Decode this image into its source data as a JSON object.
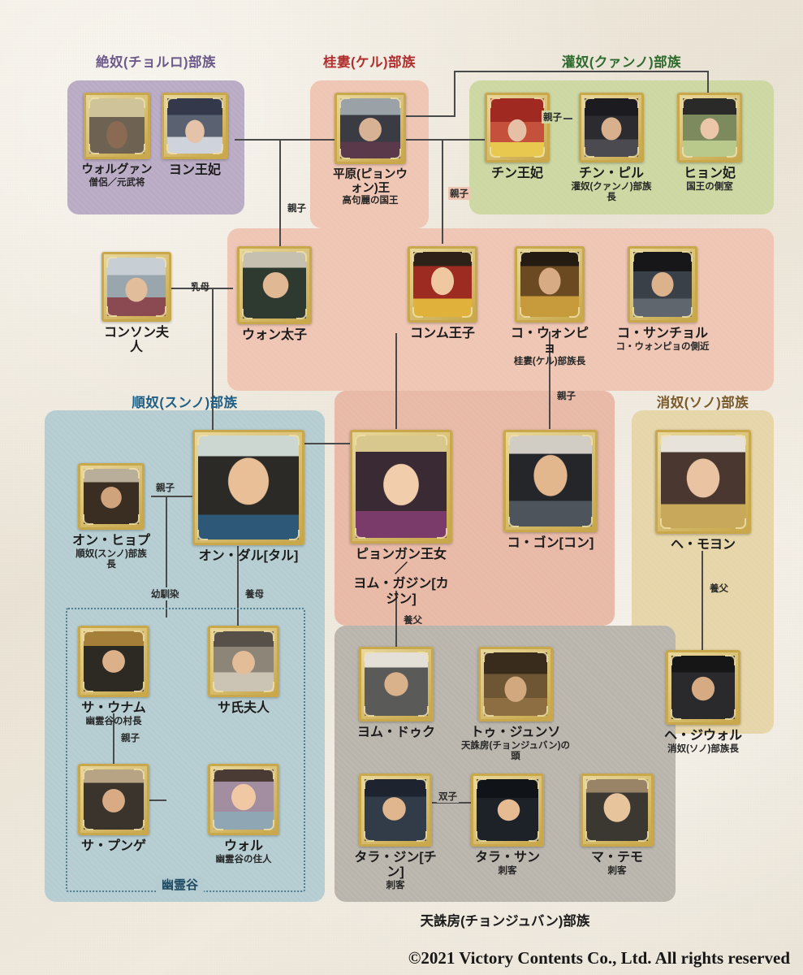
{
  "copyright": "©2021 Victory Contents Co., Ltd. All rights reserved",
  "groups": {
    "jeolno": {
      "title": "絶奴(チョルロ)部族",
      "color": "#6d5a8c",
      "bg": "#b9abc4"
    },
    "gyeru": {
      "title": "桂婁(ケル)部族",
      "color": "#b03030",
      "bg": "#efc5b3"
    },
    "gwanno": {
      "title": "灌奴(クァンノ)部族",
      "color": "#2e6b2e",
      "bg": "#ccd7a2"
    },
    "sunno": {
      "title": "順奴(スンノ)部族",
      "color": "#1f5f86",
      "bg": "#b5cdd1"
    },
    "sono": {
      "title": "消奴(ソノ)部族",
      "color": "#7a5a2a",
      "bg": "#e6d5a8"
    },
    "cheonju": {
      "title": "天誅房(チョンジュバン)部族",
      "color": "#1c1c1c",
      "bg": "#bab5ac"
    },
    "ghost": {
      "label": "幽霊谷",
      "color": "#1f4a63"
    }
  },
  "characters": {
    "wolgwang": {
      "name": "ウォルグァン",
      "role": "僧侶／元武将"
    },
    "yeon": {
      "name": "ヨン王妃",
      "role": ""
    },
    "pyeongwon": {
      "name": "平原(ピョンウォン)王",
      "role": "高句麗の国王"
    },
    "jin_queen": {
      "name": "チン王妃",
      "role": ""
    },
    "jin_pil": {
      "name": "チン・ピル",
      "role": "灌奴(クァンノ)部族長"
    },
    "hyeon": {
      "name": "ヒョン妃",
      "role": "国王の側室"
    },
    "gonson": {
      "name": "コンソン夫人",
      "role": ""
    },
    "won": {
      "name": "ウォン太子",
      "role": ""
    },
    "gonmu": {
      "name": "コンム王子",
      "role": ""
    },
    "go_wonpyo": {
      "name": "コ・ウォンピョ",
      "role": "桂婁(ケル)部族長"
    },
    "go_sancheol": {
      "name": "コ・サンチョル",
      "role": "コ・ウォンピョの側近"
    },
    "on_hyeop": {
      "name": "オン・ヒョプ",
      "role": "順奴(スンノ)部族長"
    },
    "on_dal": {
      "name": "オン・ダル[タル]",
      "role": ""
    },
    "pyeonggang": {
      "name": "ピョンガン王女／\nヨム・ガジン[カジン]",
      "role": ""
    },
    "go_gon": {
      "name": "コ・ゴン[コン]",
      "role": ""
    },
    "hae_moyeon": {
      "name": "ヘ・モヨン",
      "role": ""
    },
    "hae_jiwol": {
      "name": "ヘ・ジウォル",
      "role": "消奴(ソノ)部族長"
    },
    "sa_unam": {
      "name": "サ・ウナム",
      "role": "幽霊谷の村長"
    },
    "sassi": {
      "name": "サ氏夫人",
      "role": ""
    },
    "sa_punge": {
      "name": "サ・プンゲ",
      "role": ""
    },
    "wol": {
      "name": "ウォル",
      "role": "幽霊谷の住人"
    },
    "yeom_duk": {
      "name": "ヨム・ドゥク",
      "role": ""
    },
    "du_junso": {
      "name": "トゥ・ジュンソ",
      "role": "天誅房(チョンジュバン)の頭"
    },
    "tara_jin": {
      "name": "タラ・ジン[チン]",
      "role": "刺客"
    },
    "tara_san": {
      "name": "タラ・サン",
      "role": "刺客"
    },
    "ma_temo": {
      "name": "マ・テモ",
      "role": "刺客"
    }
  },
  "relations": {
    "parent_child": "親子",
    "wet_nurse": "乳母",
    "childhood_friend": "幼馴染",
    "foster_mother": "養母",
    "foster_father": "養父",
    "twins": "双子"
  }
}
